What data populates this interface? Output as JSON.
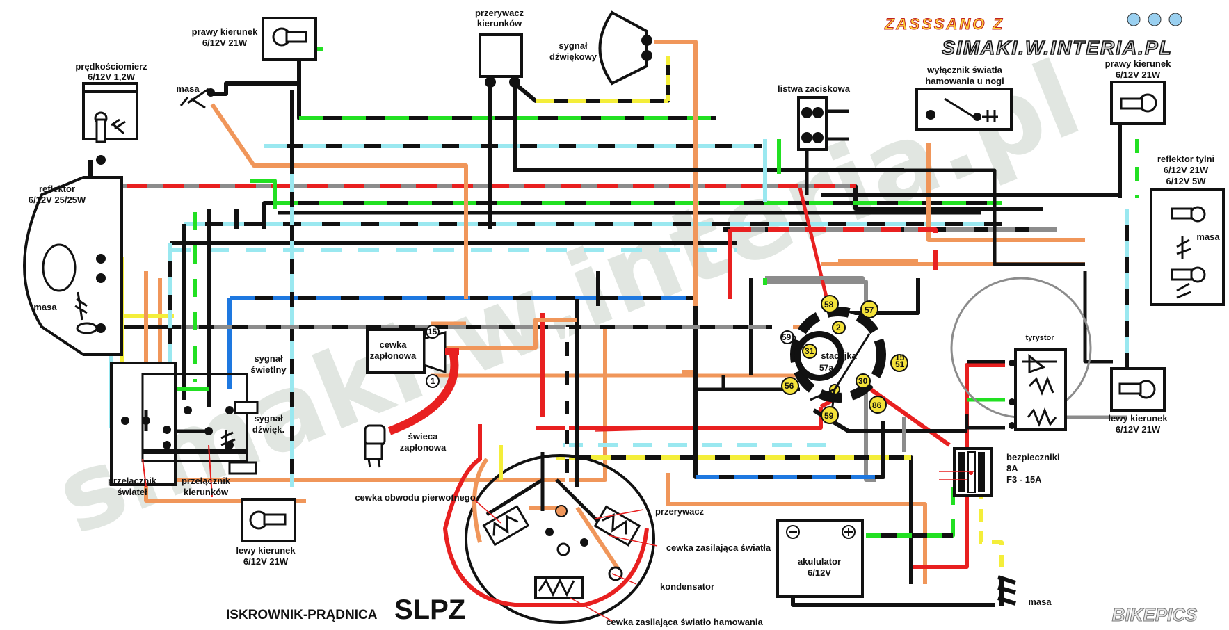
{
  "title_prefix": "ISKROWNIK-PRĄDNICA",
  "title_main": "SLPZ",
  "watermark": "simaki.w.interia.pl",
  "banner": {
    "top": "ZASSSANO Z",
    "bottom": "SIMAKI.W.INTERIA.PL"
  },
  "logo": "BIKEPICS",
  "labels": {
    "speedo_1": "prędkościomierz",
    "speedo_2": "6/12V 1,2W",
    "masa_top": "masa",
    "right_ind_front_1": "prawy kierunek",
    "right_ind_front_2": "6/12V 21W",
    "flasher_1": "przerywacz",
    "flasher_2": "kierunków",
    "horn_1": "sygnał",
    "horn_2": "dźwiękowy",
    "terminal": "listwa zaciskowa",
    "brake_switch_1": "wyłącznik światła",
    "brake_switch_2": "hamowania u nogi",
    "right_ind_rear_1": "prawy kierunek",
    "right_ind_rear_2": "6/12V 21W",
    "reflector_1": "reflektor",
    "reflector_2": "6/12V 25/25W",
    "masa_head": "masa",
    "tail_1": "reflektor tylni",
    "tail_2": "6/12V 21W",
    "tail_3": "6/12V 5W",
    "masa_tail": "masa",
    "light_sig_1": "sygnał",
    "light_sig_2": "świetlny",
    "horn_sig_1": "sygnał",
    "horn_sig_2": "dźwięk.",
    "coil_1": "cewka",
    "coil_2": "zapłonowa",
    "plug_1": "świeca",
    "plug_2": "zapłonowa",
    "ignition": "stacyjka",
    "thyristor": "tyrystor",
    "left_ind_rear_1": "lewy kierunek",
    "left_ind_rear_2": "6/12V 21W",
    "fuses_1": "bezpieczniki",
    "fuses_2": "8A",
    "fuses_3": "F3 - 15A",
    "light_switch_1": "przełącznik",
    "light_switch_2": "świateł",
    "ind_switch_1": "przełącznik",
    "ind_switch_2": "kierunków",
    "left_ind_front_1": "lewy kierunek",
    "left_ind_front_2": "6/12V 21W",
    "primary_coil": "cewka obwodu pierwotnego",
    "breaker": "przerywacz",
    "light_coil": "cewka zasilająca światła",
    "capacitor": "kondensator",
    "brake_coil": "cewka zasilająca światło hamowania",
    "battery_1": "akululator",
    "battery_2": "6/12V",
    "masa_bottom": "masa"
  },
  "pins": {
    "p58": "58",
    "p57": "57",
    "p2": "2",
    "p59b": "59b",
    "p31": "31",
    "p57a": "57a",
    "p15_51a": "15",
    "p15_51b": "51",
    "p56": "56",
    "p30": "30",
    "p86": "86",
    "p59": "59",
    "coil_15": "15",
    "coil_1": "1"
  },
  "colors": {
    "black": "#111111",
    "green": "#22e022",
    "cyan": "#9ae8f0",
    "orange": "#f0965a",
    "red": "#e82020",
    "gray": "#8c8c8c",
    "yellow": "#f4ee3a",
    "blue": "#1e78e0",
    "pin": "#f4e23a"
  }
}
